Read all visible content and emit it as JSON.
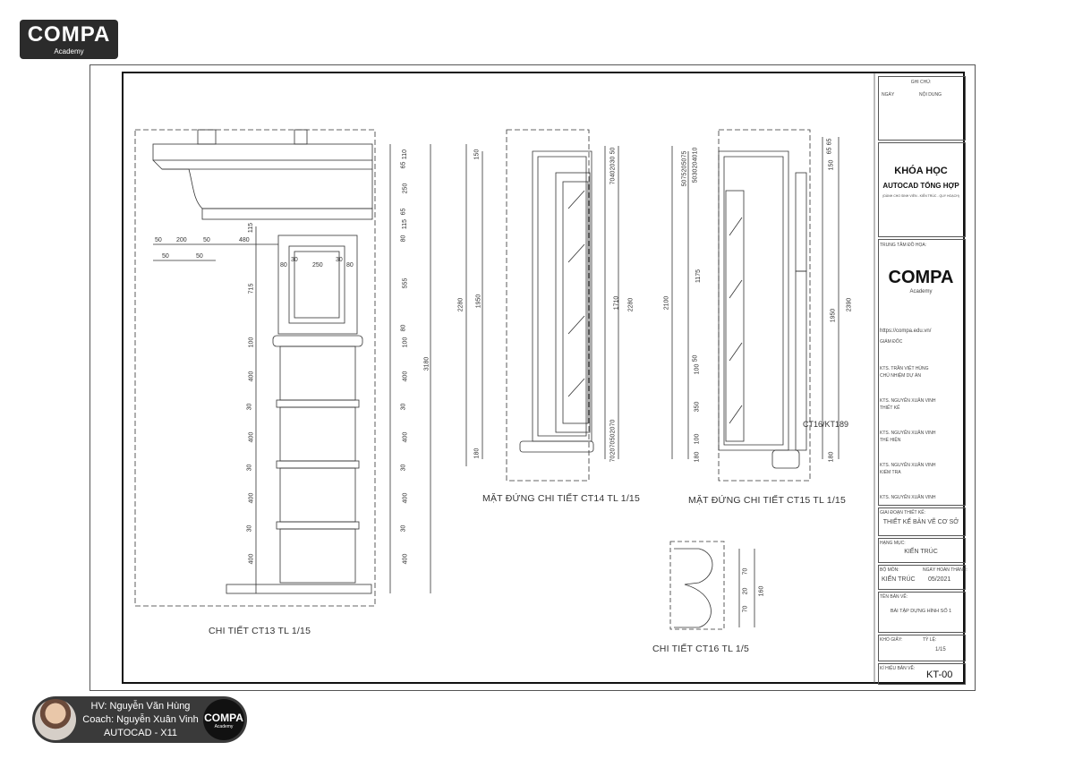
{
  "logo": {
    "brand": "COMPA",
    "sub": "Academy"
  },
  "views": {
    "ct13": {
      "title": "CHI TIẾT CT13 TL 1/15",
      "dims_h": [
        "50",
        "200",
        "50",
        "480",
        "50",
        "50",
        "30",
        "30",
        "80",
        "250",
        "80"
      ],
      "dims_left": [
        "115",
        "715",
        "100",
        "400",
        "30",
        "400",
        "30",
        "400",
        "30",
        "400"
      ],
      "dims_right": [
        "110",
        "65",
        "250",
        "65",
        "115",
        "80",
        "555",
        "80",
        "100",
        "400",
        "30",
        "400",
        "30",
        "400",
        "30",
        "400"
      ],
      "dim_total": "3180"
    },
    "ct14": {
      "title": "MẶT ĐỨNG CHI TIẾT CT14 TL 1/15",
      "dims_left": [
        "150",
        "1950",
        "180"
      ],
      "dim_outer": "2280",
      "dims_right_top": [
        "50",
        "30",
        "20",
        "40",
        "70"
      ],
      "dim_mid": "1710",
      "dims_right_bot": [
        "70",
        "20",
        "50",
        "70",
        "20",
        "70"
      ],
      "dim_right_total": "2280"
    },
    "ct15": {
      "title": "MẶT ĐỨNG CHI TIẾT CT15 TL 1/15",
      "dims_left_top": [
        "10",
        "40",
        "20",
        "30",
        "50",
        "75",
        "50",
        "20",
        "75",
        "50"
      ],
      "dims_left": [
        "1175",
        "100",
        "50",
        "350",
        "100",
        "180"
      ],
      "dim_outer": "2100",
      "dims_right": [
        "65",
        "65",
        "150",
        "1950",
        "180"
      ],
      "dim_right_total": "2390",
      "callout": "CT16/KT189"
    },
    "ct16": {
      "title": "CHI TIẾT CT16 TL 1/5",
      "dims": [
        "70",
        "20",
        "70"
      ],
      "dim_total": "160"
    }
  },
  "title_block": {
    "notes_header": "GHI CHÚ:",
    "col_date": "NGÀY",
    "col_content": "NỘI DUNG",
    "course_line1": "KHÓA HỌC",
    "course_line2": "AUTOCAD TỔNG HỢP",
    "course_sub": "(DÀNH CHO SINH VIÊN - KIẾN TRÚC - QUY HOẠCH)",
    "center_label": "TRUNG TÂM ĐỒ HỌA:",
    "center_brand": "COMPA",
    "center_sub": "Academy",
    "website": "https://compa.edu.vn/",
    "director_label": "GIÁM ĐỐC",
    "director_name": "KTS. TRẦN VIỆT HÙNG",
    "chief_label": "CHỦ NHIỆM DỰ ÁN",
    "chief_name": "KTS. NGUYỄN XUÂN VINH",
    "designer_label": "THIẾT KẾ",
    "designer_name": "KTS. NGUYỄN XUÂN VINH",
    "drafter_label": "THỂ HIỆN",
    "drafter_name": "KTS. NGUYỄN XUÂN VINH",
    "checker_label": "KIỂM TRA",
    "checker_name": "KTS. NGUYỄN XUÂN VINH",
    "phase_label": "GIAI ĐOẠN THIẾT KẾ:",
    "phase_value": "THIẾT KẾ BẢN VẼ CƠ SỞ",
    "category_label": "HẠNG MỤC:",
    "category_value": "KIẾN TRÚC",
    "dept_label": "BỘ MÔN:",
    "dept_value": "KIẾN TRÚC",
    "date_label": "NGÀY HOÀN THÀNH:",
    "date_value": "05/2021",
    "drawing_name_label": "TÊN BẢN VẼ:",
    "drawing_name_value": "BÀI TẬP DỰNG HÌNH SỐ 1",
    "paper_label": "KHỔ GIẤY:",
    "scale_label": "TỶ LỆ:",
    "scale_value": "1/15",
    "sheet_label": "KÍ HIỆU BẢN VẼ:",
    "sheet_value": "KT-00"
  },
  "student_badge": {
    "student": "HV: Nguyễn Văn Hùng",
    "coach": "Coach: Nguyễn Xuân Vinh",
    "course": "AUTOCAD - X11",
    "logo_brand": "COMPA",
    "logo_sub": "Academy"
  }
}
